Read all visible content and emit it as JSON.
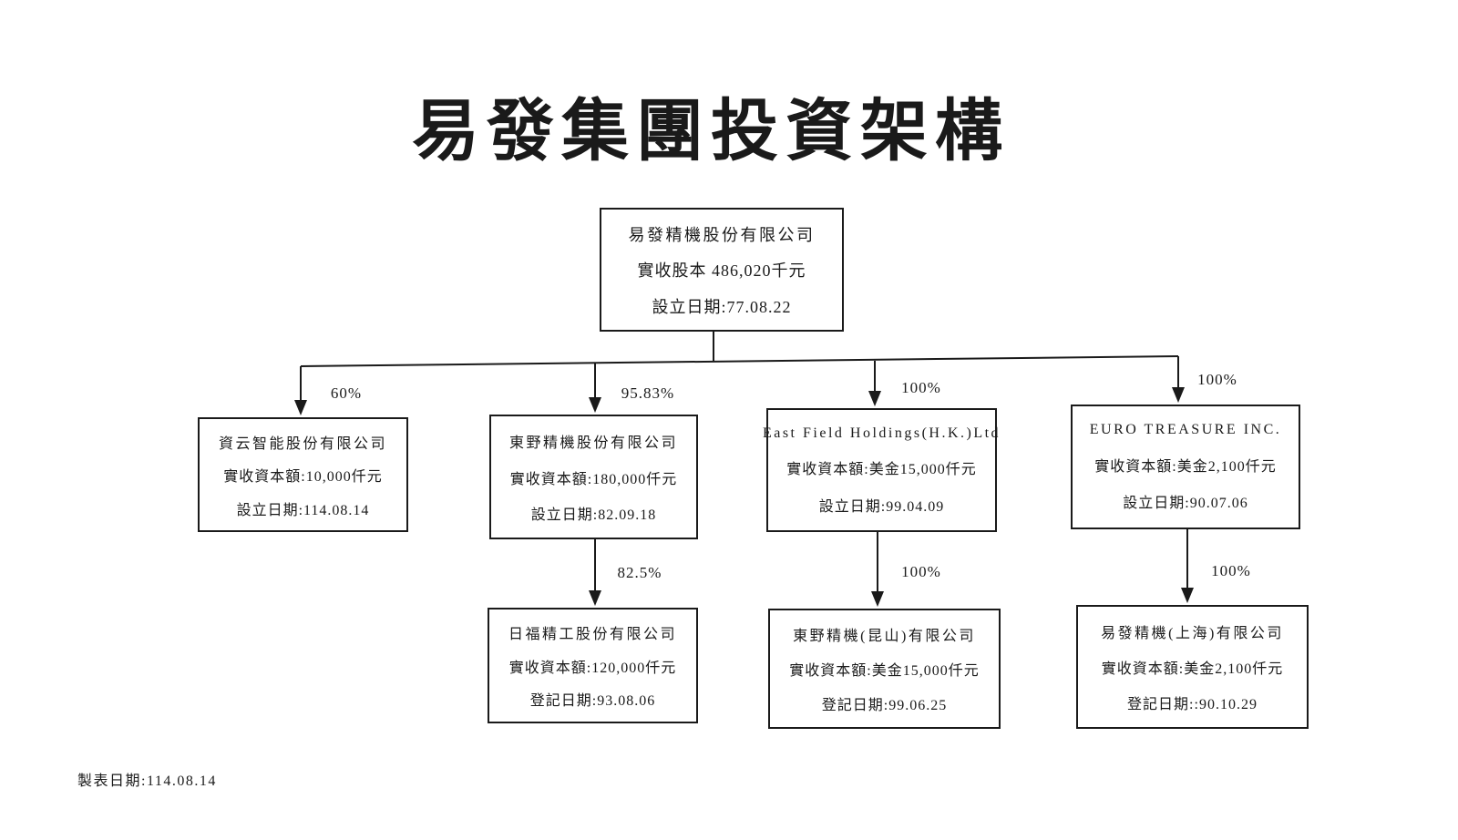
{
  "title": "易發集團投資架構",
  "made_date": "製表日期:114.08.14",
  "colors": {
    "ink": "#1a1a1a",
    "background": "#ffffff"
  },
  "companies": [
    {
      "name": "易發精機股份有限公司",
      "capital": "實收股本 486,020千元",
      "date": "設立日期:77.08.22"
    },
    {
      "name": "資云智能股份有限公司",
      "capital": "實收資本額:10,000仟元",
      "date": "設立日期:114.08.14",
      "ownership": "60%"
    },
    {
      "name": "東野精機股份有限公司",
      "capital": "實收資本額:180,000仟元",
      "date": "設立日期:82.09.18",
      "ownership": "95.83%"
    },
    {
      "name": "East Field Holdings(H.K.)Ltd",
      "capital": "實收資本額:美金15,000仟元",
      "date": "設立日期:99.04.09",
      "ownership": "100%"
    },
    {
      "name": "EURO TREASURE INC.",
      "capital": "實收資本額:美金2,100仟元",
      "date": "設立日期:90.07.06",
      "ownership": "100%"
    },
    {
      "name": "日福精工股份有限公司",
      "capital": "實收資本額:120,000仟元",
      "date": "登記日期:93.08.06",
      "ownership": "82.5%"
    },
    {
      "name": "東野精機(昆山)有限公司",
      "capital": "實收資本額:美金15,000仟元",
      "date": "登記日期:99.06.25",
      "ownership": "100%"
    },
    {
      "name": "易發精機(上海)有限公司",
      "capital": "實收資本額:美金2,100仟元",
      "date": "登記日期::90.10.29",
      "ownership": "100%"
    }
  ]
}
